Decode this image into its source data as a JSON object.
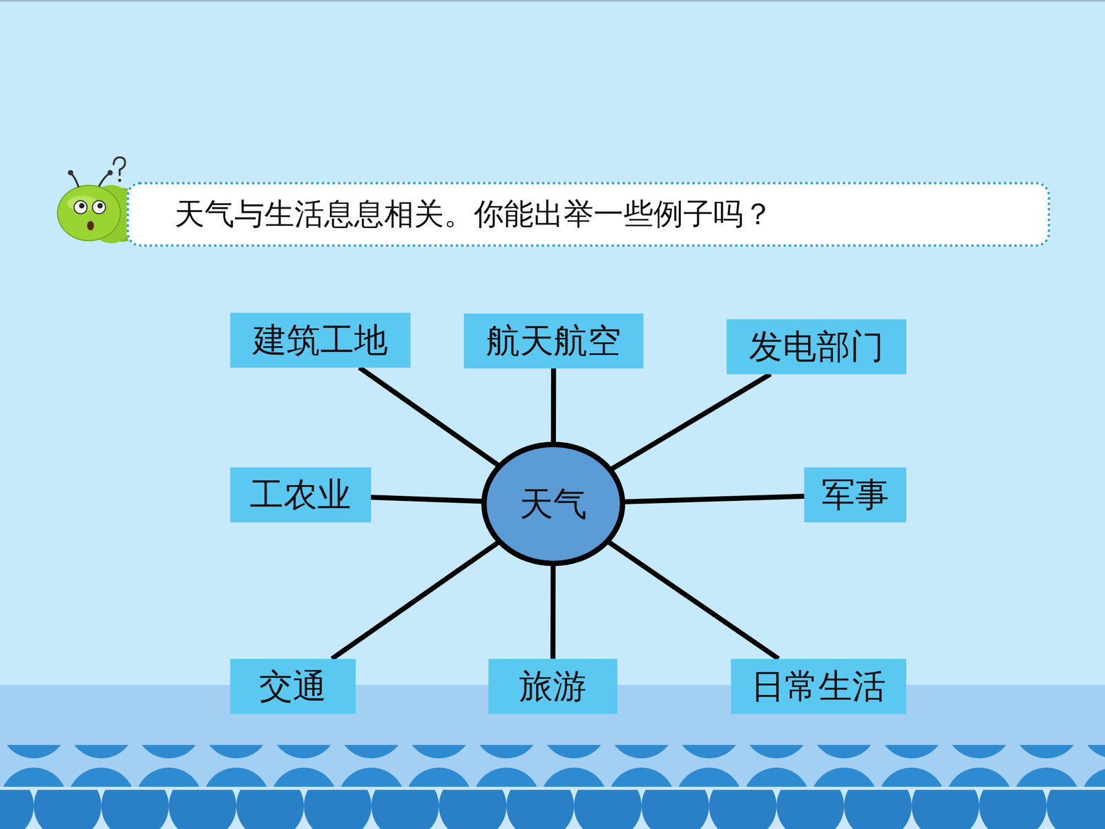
{
  "diagram": {
    "nodes": [
      {
        "text": [
          "天气与生活息息相关。你能出举一些例子吗？"
        ]
      },
      {
        "text": [
          "建筑工地"
        ]
      },
      {
        "text": [
          "航天航空"
        ]
      },
      {
        "text": [
          "发电部门"
        ]
      },
      {
        "text": [
          "工农业"
        ]
      },
      {
        "text": [
          "天气"
        ]
      },
      {
        "text": [
          "军事"
        ]
      },
      {
        "text": [
          "交通"
        ]
      },
      {
        "text": [
          "旅游"
        ]
      },
      {
        "text": [
          "日常生活"
        ]
      }
    ],
    "edges": [
      {
        "from": 5,
        "to": 1,
        "arrow": "none"
      },
      {
        "from": 5,
        "to": 2,
        "arrow": "none"
      },
      {
        "from": 5,
        "to": 3,
        "arrow": "none"
      },
      {
        "from": 5,
        "to": 4,
        "arrow": "none"
      },
      {
        "from": 5,
        "to": 6,
        "arrow": "none"
      },
      {
        "from": 5,
        "to": 7,
        "arrow": "none"
      },
      {
        "from": 5,
        "to": 8,
        "arrow": "none"
      },
      {
        "from": 5,
        "to": 9,
        "arrow": "none"
      }
    ]
  }
}
